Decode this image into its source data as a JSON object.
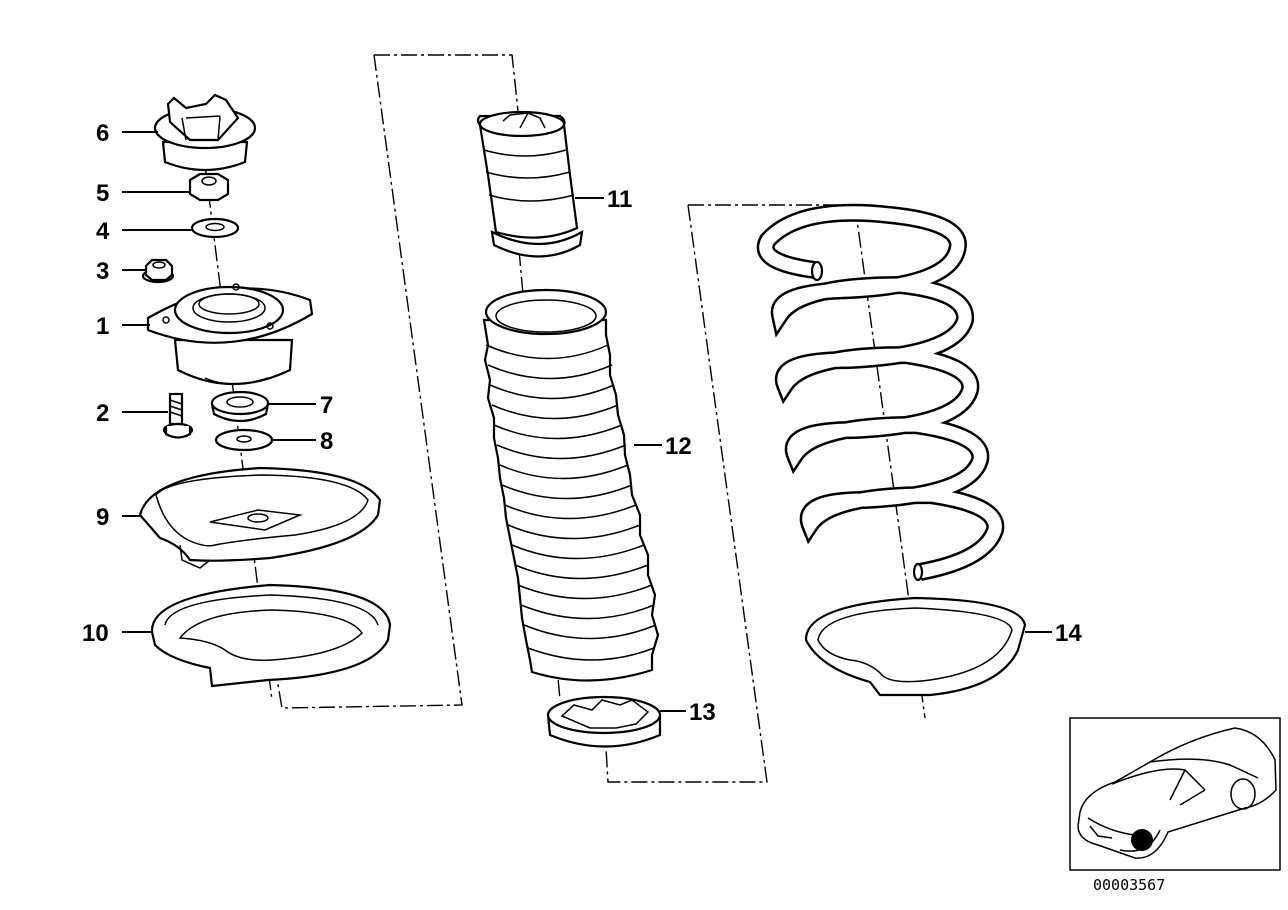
{
  "diagram": {
    "parts": [
      {
        "id": "1",
        "label": "1"
      },
      {
        "id": "2",
        "label": "2"
      },
      {
        "id": "3",
        "label": "3"
      },
      {
        "id": "4",
        "label": "4"
      },
      {
        "id": "5",
        "label": "5"
      },
      {
        "id": "6",
        "label": "6"
      },
      {
        "id": "7",
        "label": "7"
      },
      {
        "id": "8",
        "label": "8"
      },
      {
        "id": "9",
        "label": "9"
      },
      {
        "id": "10",
        "label": "10"
      },
      {
        "id": "11",
        "label": "11"
      },
      {
        "id": "12",
        "label": "12"
      },
      {
        "id": "13",
        "label": "13"
      },
      {
        "id": "14",
        "label": "14"
      }
    ],
    "reference_number": "00003567"
  }
}
